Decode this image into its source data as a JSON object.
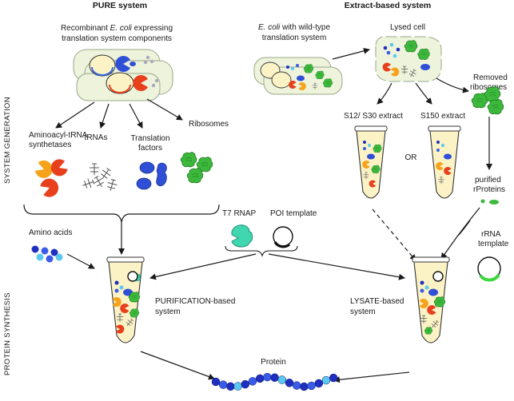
{
  "headers": {
    "pure": "PURE system",
    "extract": "Extract-based system"
  },
  "side_labels": {
    "generation": "SYSTEM GENERATION",
    "synthesis": "PROTEIN SYNTHESIS"
  },
  "pure": {
    "recombinant_line1_italic": "E. coli",
    "recombinant_line1_prefix": "Recombinant ",
    "recombinant_line1_suffix": " expressing",
    "recombinant_line2": "translation system components",
    "components": {
      "synthetases_line1": "Aminoacyl-tRNA",
      "synthetases_line2": "synthetases",
      "trnas": "tRNAs",
      "factors_line1": "Translation",
      "factors_line2": "factors",
      "ribosomes": "Ribosomes"
    },
    "amino_acids": "Amino acids",
    "system_line1": "PURIFICATION-based",
    "system_line2": "system"
  },
  "shared": {
    "t7_rnap": "T7 RNAP",
    "poi_template": "POI template",
    "protein": "Protein"
  },
  "extract": {
    "wildtype_italic": "E. coli",
    "wildtype_line1_suffix": " with wild-type",
    "wildtype_line2": "translation system",
    "lysed_cell": "Lysed cell",
    "removed_line1": "Removed",
    "removed_line2": "ribosomes",
    "s12_s30": "S12/ S30 extract",
    "s150": "S150 extract",
    "or": "OR",
    "purified_line1": "purified",
    "purified_line2": "rProteins",
    "rrna_line1": "rRNA",
    "rrna_line2": "template",
    "system_line1": "LYSATE-based",
    "system_line2": "system"
  },
  "colors": {
    "synthetase_orange": "#f7a21b",
    "synthetase_red": "#e8401c",
    "factor_blue": "#2f4fd6",
    "ribosome_green": "#3cb83c",
    "t7_teal": "#3fd6b0",
    "cell_fill": "#eef3dc",
    "tube_fill": "#fbf3c6",
    "amino_dark": "#1f2fc0",
    "amino_light": "#5cc8f0"
  }
}
